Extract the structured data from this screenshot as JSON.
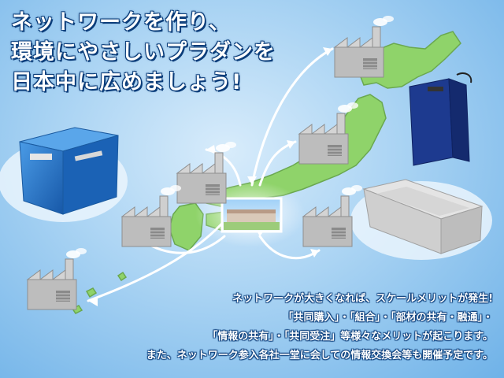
{
  "headline": {
    "line1": "ネットワークを作り、",
    "line2": "環境にやさしいプラダンを",
    "line3": "日本中に広めましょう!"
  },
  "body_text": {
    "line1": "ネットワークが大きくなれば、スケールメリットが発生!",
    "line2": "「共同購入」・「組合」・「部材の共有・融通」・",
    "line3": "「情報の共有」・「共同受注」等様々なメリットが起こります。",
    "line4": "また、ネットワーク参入各社一堂に会しての情報交換会等も開催予定です。"
  },
  "colors": {
    "map_green": "#8fd36a",
    "map_outline": "#6aa84f",
    "arrow": "#ffffff",
    "box_blue": "#1e6fc4",
    "case_navy": "#1d3a8f",
    "tray_gray": "#cfcfcf",
    "factory_gray": "#b9b9b9"
  },
  "icons": {
    "factory": "factory-icon",
    "arrow": "double-arrow-icon"
  }
}
